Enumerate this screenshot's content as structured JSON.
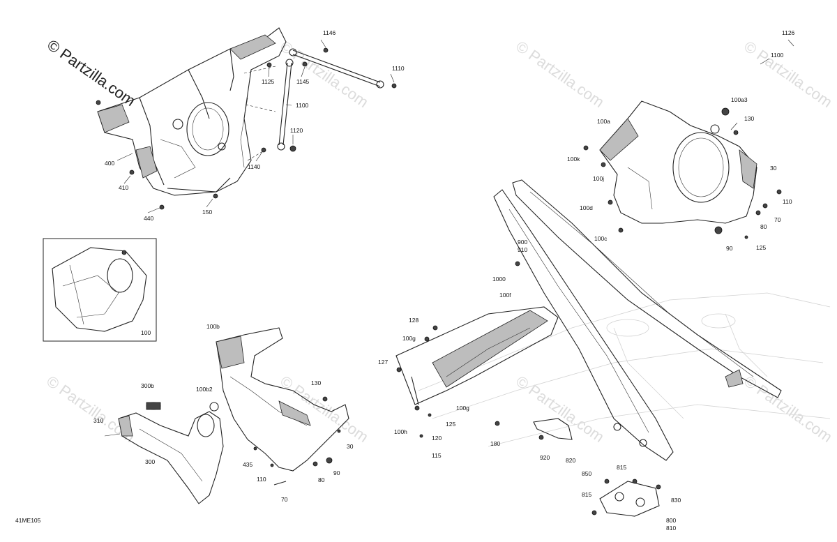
{
  "watermark": {
    "main": "© Partzilla.com",
    "faded": "© Partzilla.com"
  },
  "diagram_code": "41ME105",
  "callouts": {
    "c1126": "1126",
    "c1146": "1146",
    "c1100a": "1100",
    "c1110": "1110",
    "c1125": "1125",
    "c1145": "1145",
    "c1100b": "1100",
    "c1120": "1120",
    "c1140": "1140",
    "c400": "400",
    "c410": "410",
    "c440": "440",
    "c150": "150",
    "c100": "100",
    "c100b": "100b",
    "c300b": "300b",
    "c100b2": "100b2",
    "c130a": "130",
    "c310": "310",
    "c300": "300",
    "c30a": "30",
    "c435": "435",
    "c110a": "110",
    "c80a": "80",
    "c90a": "90",
    "c70a": "70",
    "c100a3": "100a3",
    "c100a": "100a",
    "c130b": "130",
    "c100k": "100k",
    "c100j": "100j",
    "c30b": "30",
    "c100d": "100d",
    "c110b": "110",
    "c70b": "70",
    "c80b": "80",
    "c100c": "100c",
    "c90b": "90",
    "c125a": "125",
    "c900": "900",
    "c910": "910",
    "c1000": "1000",
    "c100f": "100f",
    "c128": "128",
    "c100g_a": "100g",
    "c127": "127",
    "c100g_b": "100g",
    "c125b": "125",
    "c100h": "100h",
    "c120": "120",
    "c115": "115",
    "c180": "180",
    "c920": "920",
    "c820": "820",
    "c850": "850",
    "c815a": "815",
    "c830": "830",
    "c815b": "815",
    "c800": "800",
    "c810": "810"
  }
}
